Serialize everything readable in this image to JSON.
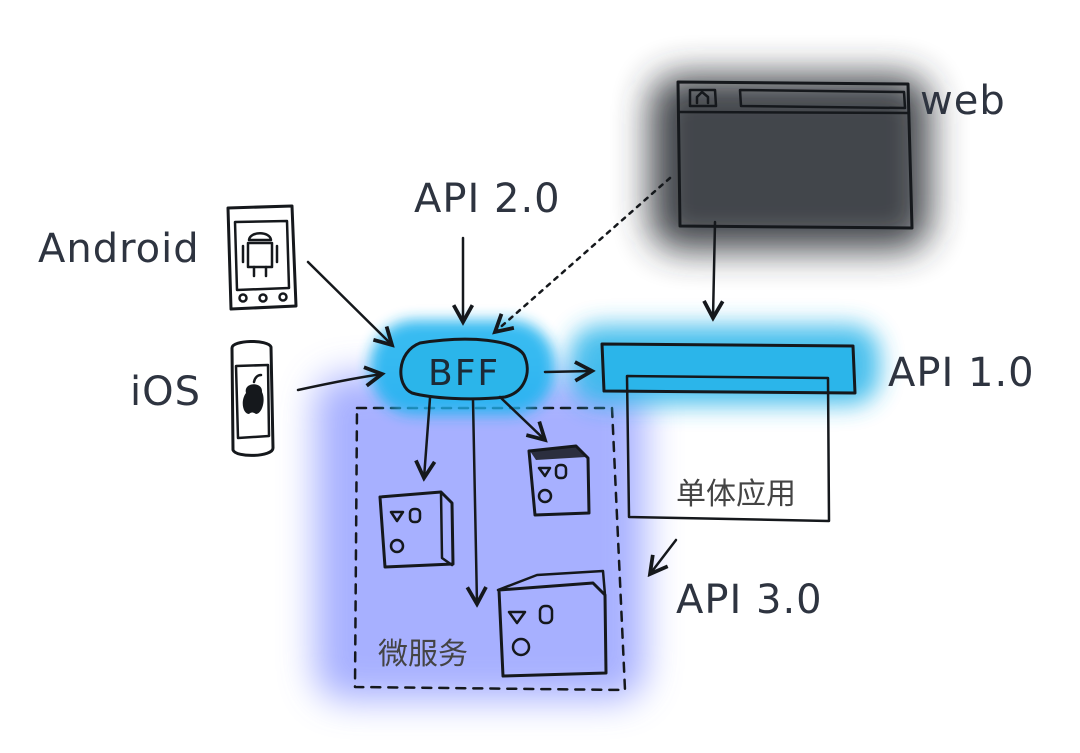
{
  "labels": {
    "web": "web",
    "api_2_0": "API 2.0",
    "android": "Android",
    "ios": "iOS",
    "bff": "BFF",
    "api_1_0": "API 1.0",
    "monolith": "单体应用",
    "api_3_0": "API 3.0",
    "microservices": "微服务"
  },
  "colors": {
    "bff_glow": "#22b4f0",
    "api1_bar": "#2bb5ea",
    "microservice_region": "#8a96ff",
    "web_shadow": "#2e3138"
  },
  "icons": [
    "android-phone-icon",
    "iphone-icon",
    "browser-window-icon",
    "service-box-icon"
  ]
}
